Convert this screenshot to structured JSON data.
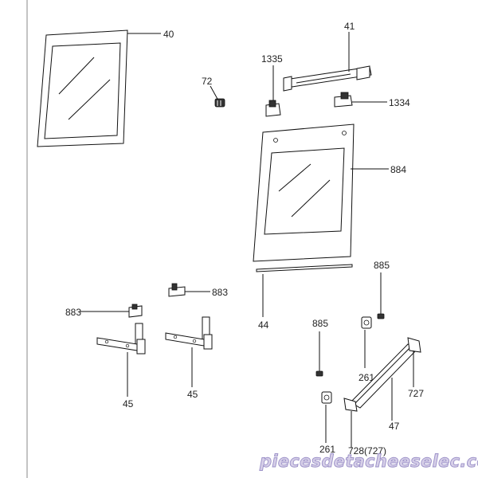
{
  "parts": [
    {
      "id": "40",
      "label": "40"
    },
    {
      "id": "41",
      "label": "41"
    },
    {
      "id": "72",
      "label": "72"
    },
    {
      "id": "1335",
      "label": "1335"
    },
    {
      "id": "1334",
      "label": "1334"
    },
    {
      "id": "884",
      "label": "884"
    },
    {
      "id": "44",
      "label": "44"
    },
    {
      "id": "883a",
      "label": "883"
    },
    {
      "id": "883b",
      "label": "883"
    },
    {
      "id": "885a",
      "label": "885"
    },
    {
      "id": "885b",
      "label": "885"
    },
    {
      "id": "45a",
      "label": "45"
    },
    {
      "id": "45b",
      "label": "45"
    },
    {
      "id": "261a",
      "label": "261"
    },
    {
      "id": "261b",
      "label": "261"
    },
    {
      "id": "727",
      "label": "727"
    },
    {
      "id": "47",
      "label": "47"
    },
    {
      "id": "728",
      "label": "728(727)"
    }
  ],
  "watermark": "piecesdetacheeselec.com"
}
